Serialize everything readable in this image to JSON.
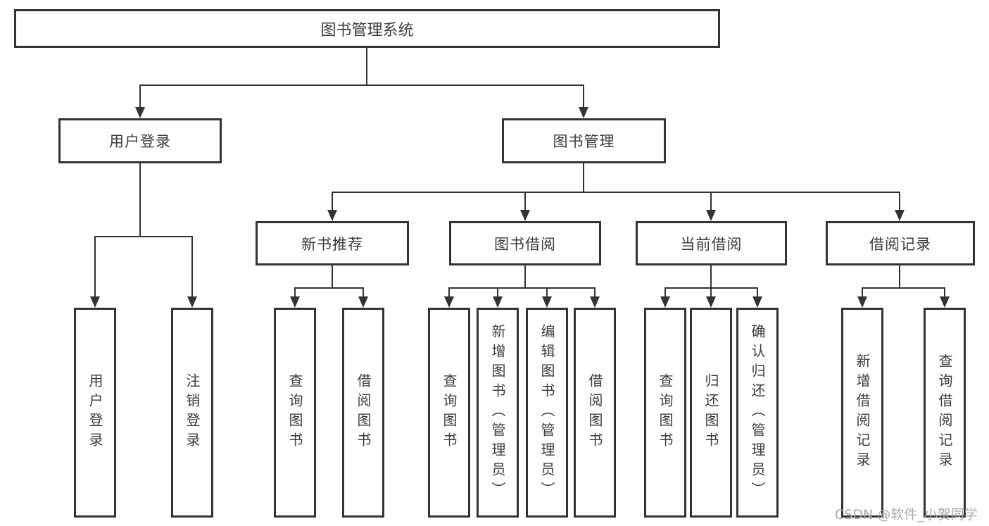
{
  "diagram": {
    "type": "hierarchy-tree",
    "nodes": {
      "root": "图书管理系统",
      "user_login": "用户登录",
      "book_management": "图书管理",
      "new_book_recommend": "新书推荐",
      "book_borrowing": "图书借阅",
      "current_borrowing": "当前借阅",
      "borrowing_records": "借阅记录",
      "leaf_user_login": "用户登录",
      "leaf_logout": "注销登录",
      "leaf_query_books_recommend": "查询图书",
      "leaf_borrow_books_recommend": "借阅图书",
      "leaf_query_books_borrowing": "查询图书",
      "leaf_add_books_admin": "新增图书（管理员）",
      "leaf_edit_books_admin": "编辑图书（管理员）",
      "leaf_borrow_books_borrowing": "借阅图书",
      "leaf_query_books_current": "查询图书",
      "leaf_return_books": "归还图书",
      "leaf_confirm_return_admin": "确认归还（管理员）",
      "leaf_add_borrow_record": "新增借阅记录",
      "leaf_query_borrow_record": "查询借阅记录"
    },
    "edges": [
      [
        "图书管理系统",
        "用户登录"
      ],
      [
        "图书管理系统",
        "图书管理"
      ],
      [
        "用户登录",
        "用户登录(叶)"
      ],
      [
        "用户登录",
        "注销登录"
      ],
      [
        "图书管理",
        "新书推荐"
      ],
      [
        "图书管理",
        "图书借阅"
      ],
      [
        "图书管理",
        "当前借阅"
      ],
      [
        "图书管理",
        "借阅记录"
      ],
      [
        "新书推荐",
        "查询图书"
      ],
      [
        "新书推荐",
        "借阅图书"
      ],
      [
        "图书借阅",
        "查询图书"
      ],
      [
        "图书借阅",
        "新增图书（管理员）"
      ],
      [
        "图书借阅",
        "编辑图书（管理员）"
      ],
      [
        "图书借阅",
        "借阅图书"
      ],
      [
        "当前借阅",
        "查询图书"
      ],
      [
        "当前借阅",
        "归还图书"
      ],
      [
        "当前借阅",
        "确认归还（管理员）"
      ],
      [
        "借阅记录",
        "新增借阅记录"
      ],
      [
        "借阅记录",
        "查询借阅记录"
      ]
    ]
  },
  "watermark": "CSDN @软件_小贺同学",
  "colors": {
    "line": "#333333",
    "text": "#3c3c3c",
    "background": "#ffffff",
    "watermark": "#aaaaaa"
  }
}
